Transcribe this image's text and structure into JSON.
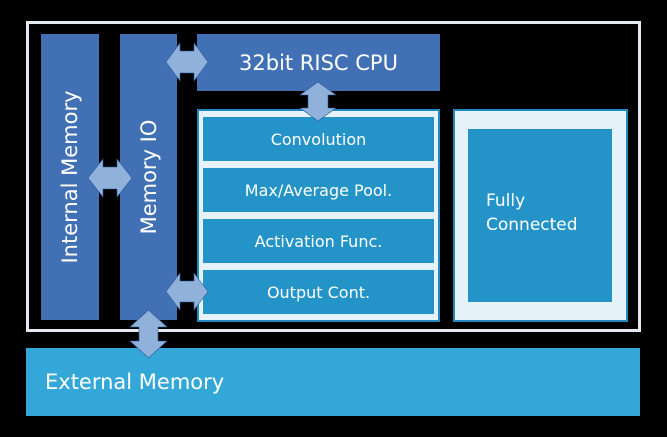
{
  "diagram": {
    "internal_memory": "Internal Memory",
    "memory_io": "Memory IO",
    "cpu": "32bit RISC CPU",
    "pipeline": [
      "Convolution",
      "Max/Average Pool.",
      "Activation Func.",
      "Output Cont."
    ],
    "fully_connected": [
      "Fully",
      "Connected"
    ],
    "external_memory": "External Memory",
    "arrows": [
      {
        "from": "Internal Memory",
        "to": "Memory IO",
        "type": "bidirectional"
      },
      {
        "from": "Memory IO",
        "to": "32bit RISC CPU",
        "type": "bidirectional"
      },
      {
        "from": "32bit RISC CPU",
        "to": "Convolution",
        "type": "bidirectional"
      },
      {
        "from": "Memory IO",
        "to": "Output Cont.",
        "type": "bidirectional"
      },
      {
        "from": "Memory IO",
        "to": "External Memory",
        "type": "bidirectional"
      }
    ]
  },
  "colors": {
    "background": "#000000",
    "frame": "#e4e8f0",
    "dark_blue": "#4170b4",
    "mid_blue": "#2494c8",
    "light_fill": "#e6f2fa",
    "external_blue": "#34a7d9",
    "arrow": "#8fb1da"
  }
}
